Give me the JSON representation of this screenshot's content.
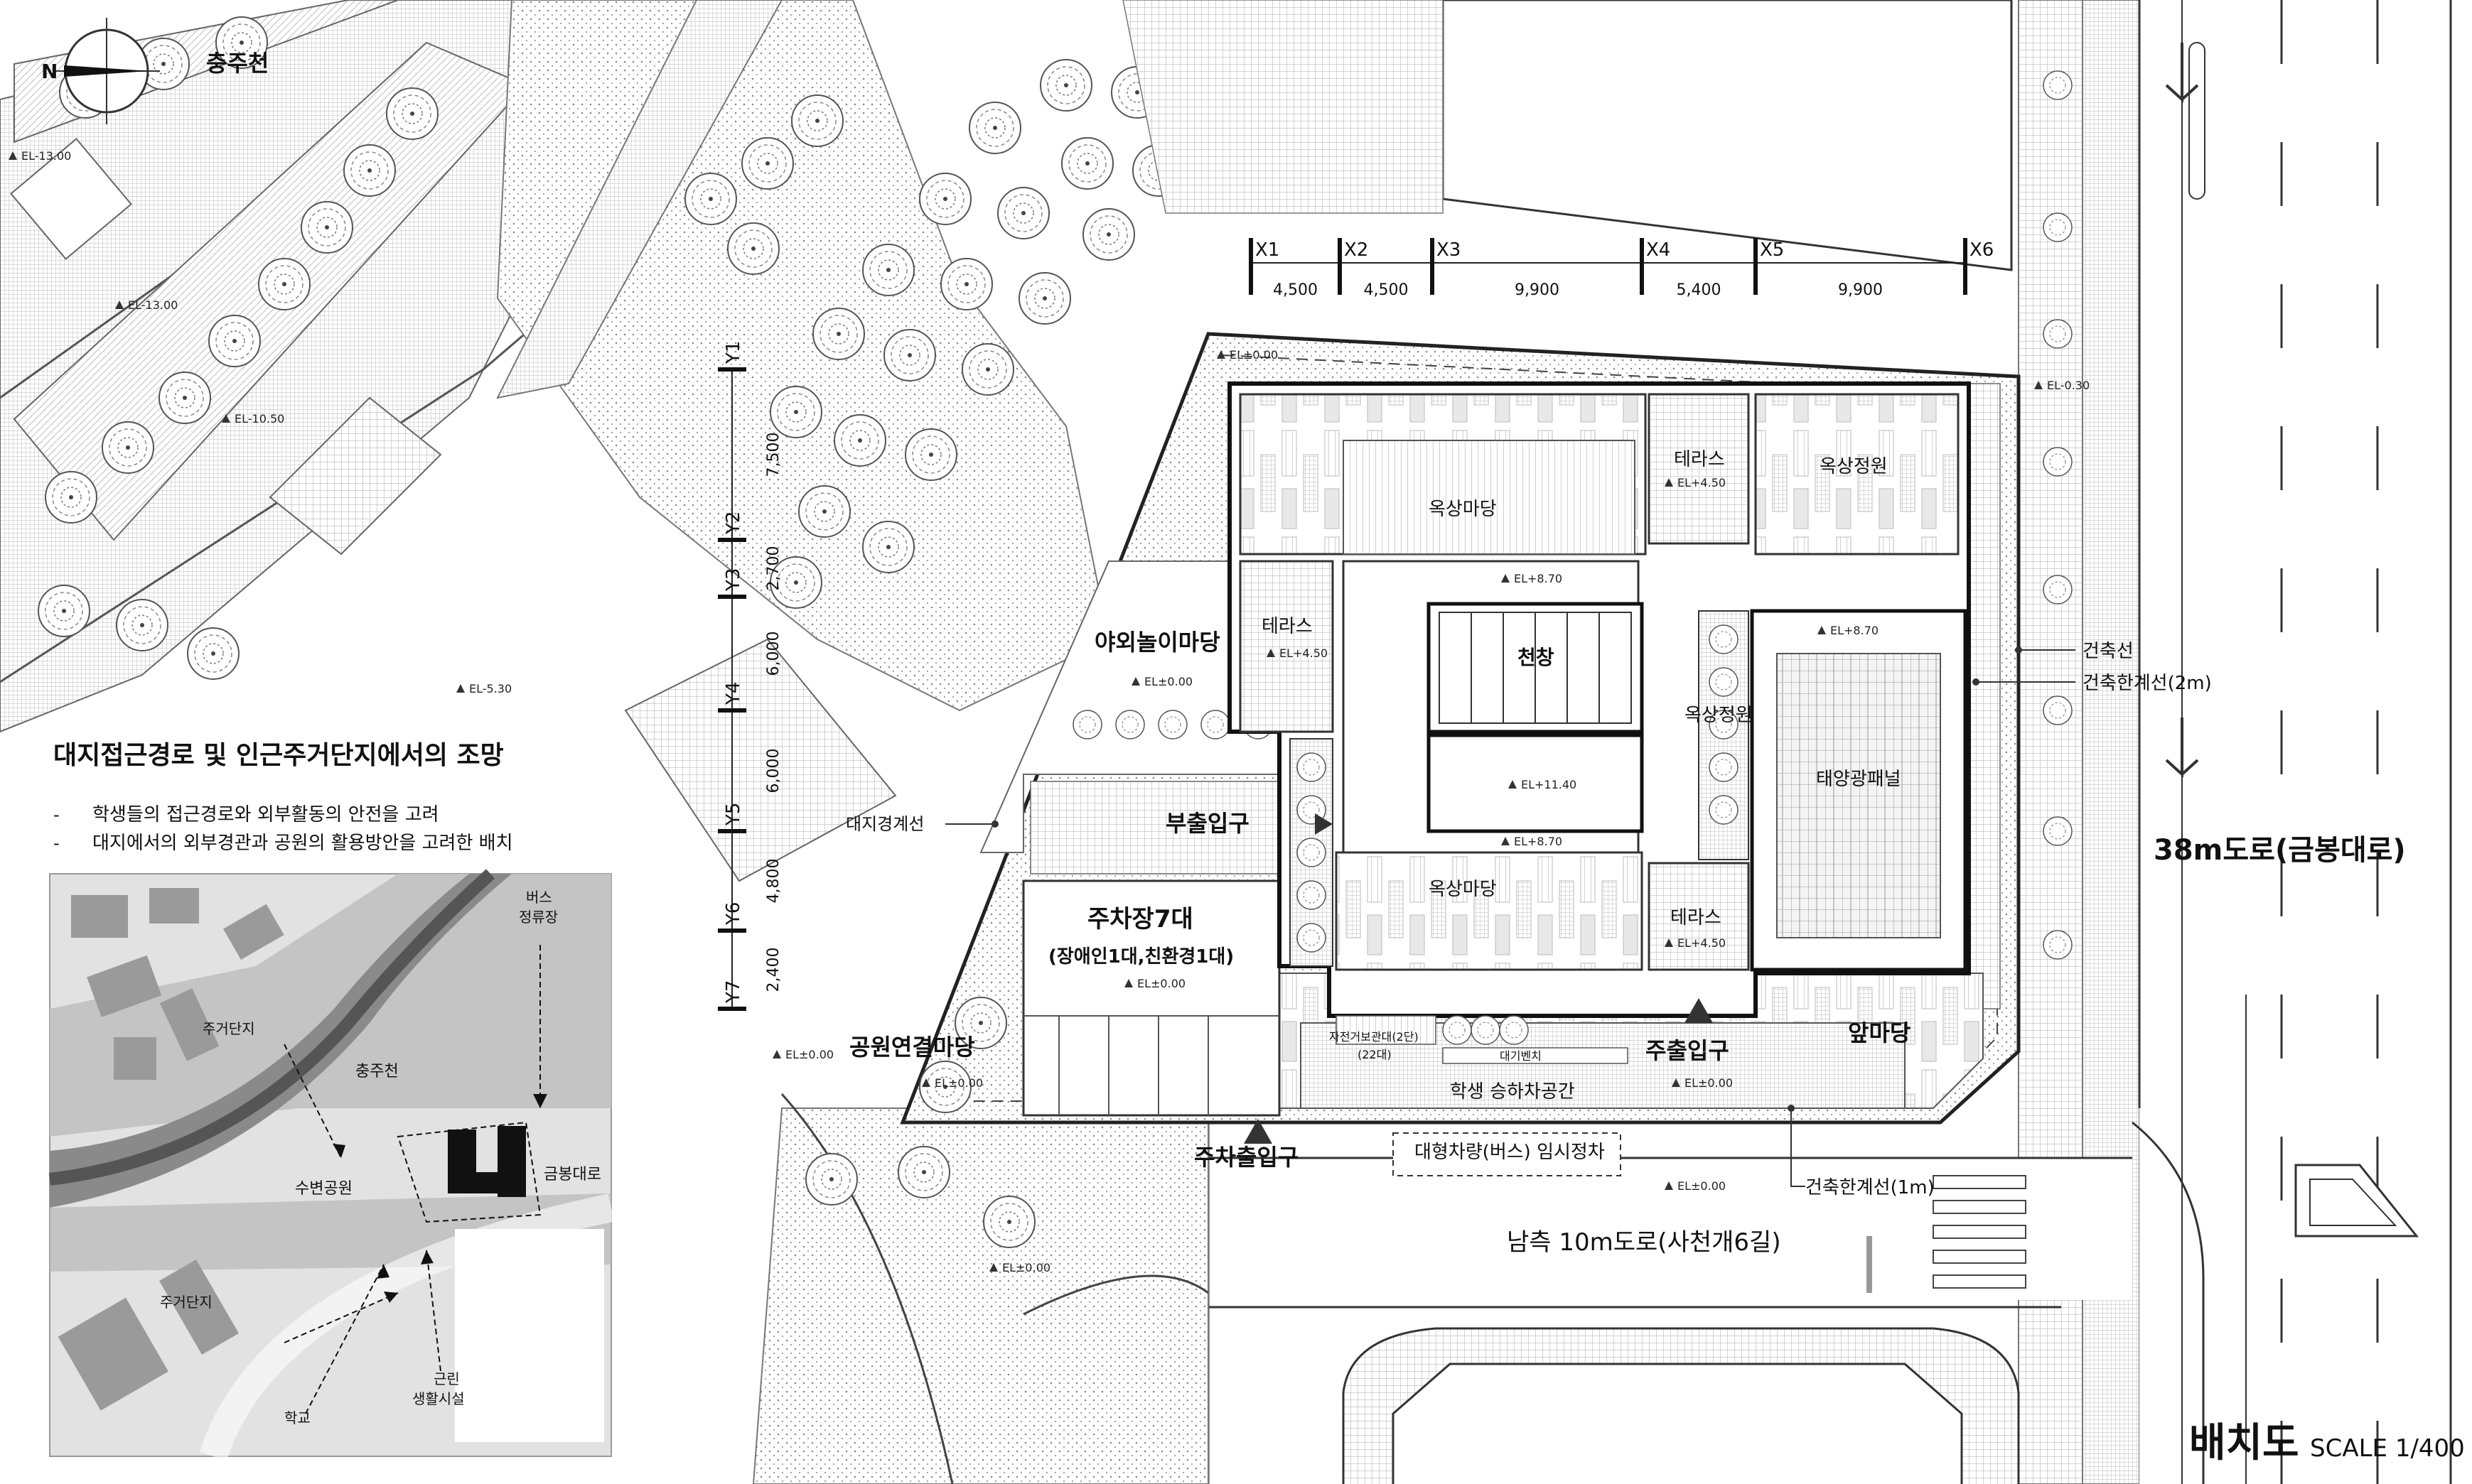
{
  "drawing": {
    "title": "배치도",
    "scale": "SCALE 1/400"
  },
  "notes": {
    "heading": "대지접근경로 및 인근주거단지에서의 조망",
    "items": [
      "학생들의 접근경로와 외부활동의 안전을 고려",
      "대지에서의 외부경관과 공원의 활용방안을 고려한 배치"
    ],
    "bullet": "-"
  },
  "grid_x": {
    "labels": [
      "X1",
      "X2",
      "X3",
      "X4",
      "X5",
      "X6"
    ],
    "spans": [
      "4,500",
      "4,500",
      "9,900",
      "5,400",
      "9,900"
    ]
  },
  "grid_y": {
    "labels": [
      "Y1",
      "Y2",
      "Y3",
      "Y4",
      "Y5",
      "Y6",
      "Y7"
    ],
    "spans": [
      "7,500",
      "2,700",
      "6,000",
      "6,000",
      "4,800",
      "2,400"
    ]
  },
  "surroundings": {
    "stream": "충주천",
    "main_road": "38m도로(금봉대로)",
    "south_road": "남측 10m도로(사천개6길)"
  },
  "spaces": {
    "rooftop_court_north": "옥상마당",
    "rooftop_court_south": "옥상마당",
    "terrace_ne": "테라스",
    "terrace_w": "테라스",
    "terrace_se": "테라스",
    "roof_garden_ne": "옥상정원",
    "roof_garden_e": "옥상정원",
    "skylight": "천창",
    "solar_panel": "태양광패널",
    "outdoor_play": "야외놀이마당",
    "secondary_entrance": "부출입구",
    "parking": "주차장7대",
    "parking_detail": "(장애인1대,친환경1대)",
    "park_link": "공원연결마당",
    "main_entrance": "주출입구",
    "front_yard": "앞마당",
    "dropoff": "학생 승하차공간",
    "bus_stop": "대형차량(버스) 임시정차",
    "parking_entrance": "주차출입구",
    "bike_rack": "자전거보관대(2단)",
    "bike_count": "(22대)",
    "waiting_bench": "대기벤치"
  },
  "callouts": {
    "site_boundary": "대지경계선",
    "building_line": "건축선",
    "setback_2m": "건축한계선(2m)",
    "setback_1m": "건축한계선(1m)"
  },
  "elevations": {
    "el_m13_a": "EL-13.00",
    "el_m13_b": "EL-13.00",
    "el_m1050": "EL-10.50",
    "el_m530": "EL-5.30",
    "el_m030": "EL-0.30",
    "el_0_top": "EL±0.00",
    "el_0_parking": "EL±0.00",
    "el_0_play": "EL±0.00",
    "el_0_park": "EL±0.00",
    "el_0_west": "EL±0.00",
    "el_0_entry": "EL±0.00",
    "el_0_road": "EL±0.00",
    "el_0_south": "EL±0.00",
    "el_870_a": "EL+8.70",
    "el_870_b": "EL+8.70",
    "el_870_c": "EL+8.70",
    "el_1140": "EL+11.40",
    "el_450_a": "EL+4.50",
    "el_450_b": "EL+4.50",
    "el_450_c": "EL+4.50"
  },
  "keymap": {
    "bus_stop_line1": "버스",
    "bus_stop_line2": "정류장",
    "housing_north": "주거단지",
    "stream": "충주천",
    "road": "금봉대로",
    "park": "수변공원",
    "housing_south": "주거단지",
    "school": "학교",
    "facility_line1": "근린",
    "facility_line2": "생활시설"
  },
  "icons": [
    "north-arrow-icon",
    "traffic-arrow-icon",
    "elevation-marker-icon",
    "tree-icon",
    "entrance-triangle-icon"
  ],
  "colors": {
    "ink": "#111111",
    "paper": "#ffffff",
    "hatch": "#9a9a9a",
    "keymap_dark": "#555555",
    "keymap_mid": "#9a9a9a",
    "keymap_light": "#d8d8d8"
  }
}
